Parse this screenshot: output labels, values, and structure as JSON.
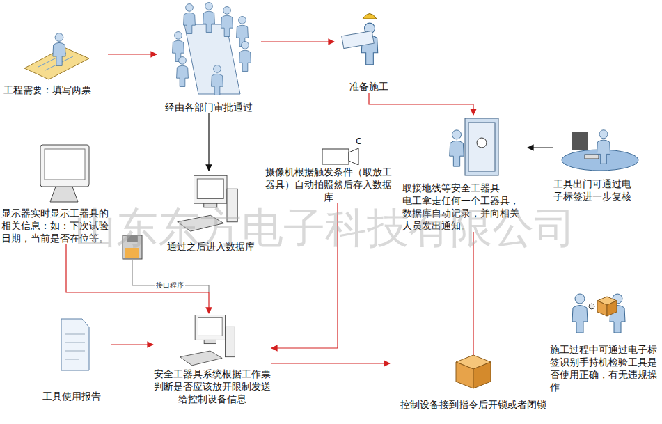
{
  "diagram": {
    "nodes": [
      {
        "text": [
          "工程需要：填写两票"
        ]
      },
      {
        "text": [
          "经由各部门审批通过"
        ]
      },
      {
        "text": [
          "准备施工"
        ]
      },
      {
        "text": [
          "显示器实时显示工器具的相关信息：如：下次试验日期，当前是否在位等。"
        ]
      },
      {
        "text": [
          "摄像机根据触发条件（取放工器具）自动拍照然后存入数据库"
        ]
      },
      {
        "text": [
          "通过之后进入数据库"
        ]
      },
      {
        "text": [
          "取接地线等安全工器具",
          "电工拿走任何一个工器具，数据库自动记录，并向相关人员发出通知。"
        ]
      },
      {
        "text": [
          "工具出门可通过电子标签进一步复核"
        ]
      },
      {
        "text": [
          "工具使用报告"
        ]
      },
      {
        "text": [
          "安全工器具系统根据工作票判断是否应该放开限制发送给控制设备信息"
        ]
      },
      {
        "text": [
          "控制设备接到指令后开锁或者闭锁"
        ]
      },
      {
        "text": [
          "施工过程中可通过电子标签识别手持机检验工具是否使用正确，有无违规操作"
        ]
      }
    ],
    "edges": [
      {
        "from": 0,
        "to": 1,
        "arrow": "to"
      },
      {
        "from": 1,
        "to": 2,
        "arrow": "to"
      },
      {
        "from": 1,
        "to": 5,
        "arrow": "to"
      },
      {
        "from": 2,
        "to": 6,
        "arrow": "to"
      },
      {
        "from": 7,
        "to": 6,
        "arrow": "to"
      },
      {
        "from": 3,
        "to": 9,
        "arrow": "to"
      },
      {
        "from": 8,
        "to": 9,
        "arrow": "to"
      },
      {
        "from": 4,
        "to": 9,
        "arrow": "to"
      },
      {
        "from": 9,
        "to": 10,
        "arrow": "to"
      },
      {
        "from": 10,
        "to": 6,
        "arrow": "none"
      }
    ],
    "labels": [
      "山东东方电子科技有限公司",
      "接口程序",
      "C"
    ]
  }
}
